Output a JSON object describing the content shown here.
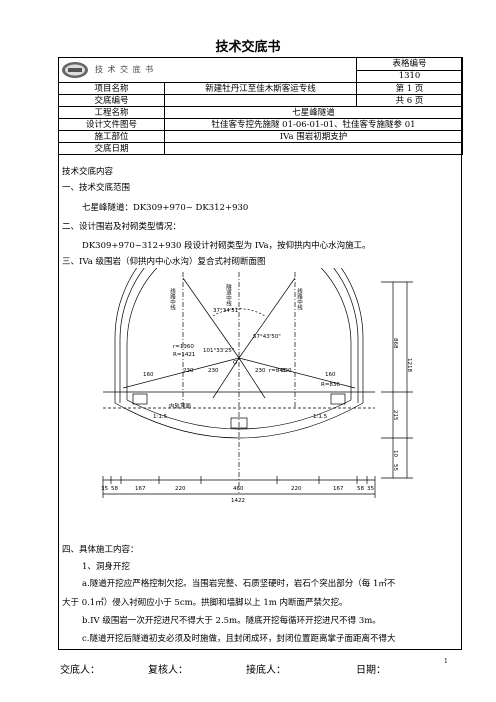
{
  "title": "技术交底书",
  "header": {
    "logo_text": "技 术 交 底 书",
    "form_no_label": "表格编号",
    "form_no": "1310",
    "project_label": "项目名称",
    "project_value": "新建牡丹江至佳木斯客运专线",
    "page_current": "第 1 页",
    "handover_no_label": "交底编号",
    "page_total": "共 6 页",
    "work_name_label": "工程名称",
    "work_name_value": "七星峰隧道",
    "design_doc_label": "设计文件图号",
    "design_doc_value": "牡佳客专控先施隧 01-06-01-01、牡佳客专施隧参 01",
    "site_label": "施工部位",
    "site_value": "IVa 围岩初期支护",
    "date_label": "交底日期"
  },
  "content": {
    "heading": "技术交底内容",
    "s1_title": "一、技术交底范围",
    "s1_text": "七星峰隧道：DK309+970~ DK312+930",
    "s2_title": "二、设计围岩及衬砌类型情况：",
    "s2_text": "DK309+970~312+930 段设计衬砌类型为 IVa，按仰拱内中心水沟施工。",
    "s3_title": "三、IVa 级围岩（仰拱内中心水沟）复合式衬砌断面图",
    "s4_title": "四、具体施工内容：",
    "s4_sub1": "1、洞身开挖",
    "s4_a1": "a.隧道开挖应严格控制欠挖。当围岩完整、石质坚硬时，岩石个突出部分（每 1㎡不",
    "s4_a2": "大于 0.1㎡）侵入衬砌应小于 5cm。拱脚和墙脚以上 1m 内断面严禁欠挖。",
    "s4_b": "b.IV 级围岩一次开挖进尺不得大于 2.5m。隧底开挖每循环开挖进尺不得 3m。",
    "s4_c": "c.隧道开挖后隧道初支必须及时施做，且封闭成环，封闭位置距离掌子面距离不得大"
  },
  "drawing": {
    "dims_bottom": [
      "35",
      "58",
      "167",
      "220",
      "460",
      "220",
      "167",
      "58",
      "35"
    ],
    "total_width": "1422",
    "dims_right": [
      "868",
      "1218",
      "215",
      "10",
      "55"
    ],
    "angle": "37°34'51\"",
    "labels": {
      "left_track": "线路中线",
      "tunnel_center": "隧道中线",
      "right_track": "线路中线",
      "rail_top": "内轨顶面",
      "r1": "r=1360",
      "r2": "R=1421",
      "r3": "r=841",
      "r4": "R=836",
      "d160a": "160",
      "d160b": "160",
      "d230a": "230",
      "d230b": "230",
      "d230c": "230",
      "d230d": "230",
      "d0": "O",
      "s1": "1:1.5",
      "s2": "1:1.5",
      "ang1": "101°33'25\"",
      "ang2": "57°43'50\""
    }
  },
  "footer": {
    "handover_by": "交底人：",
    "reviewer": "复核人：",
    "receiver": "接底人：",
    "date": "日期：",
    "page_no": "1"
  }
}
